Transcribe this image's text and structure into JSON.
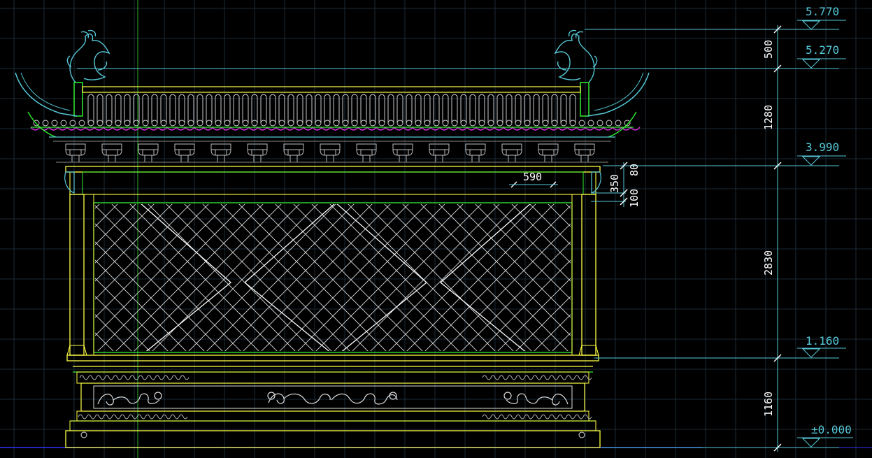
{
  "elevations": [
    {
      "label": "5.770"
    },
    {
      "label": "5.270"
    },
    {
      "label": "3.990"
    },
    {
      "label": "1.160"
    },
    {
      "label": "±0.000"
    }
  ],
  "dimensions": {
    "vertical": [
      "500",
      "1280",
      "2830",
      "1160"
    ],
    "beam_top": "80",
    "beam_mid": "350",
    "beam_bottom": "100",
    "panel_width": "590"
  },
  "colors": {
    "background": "#000000",
    "grid": "#1c2a36",
    "cyan": "#56c8d8",
    "yellow": "#ffff44",
    "green": "#33ee33",
    "magenta": "#ff33ff",
    "white": "#dddddd",
    "blue": "#3333ff"
  }
}
